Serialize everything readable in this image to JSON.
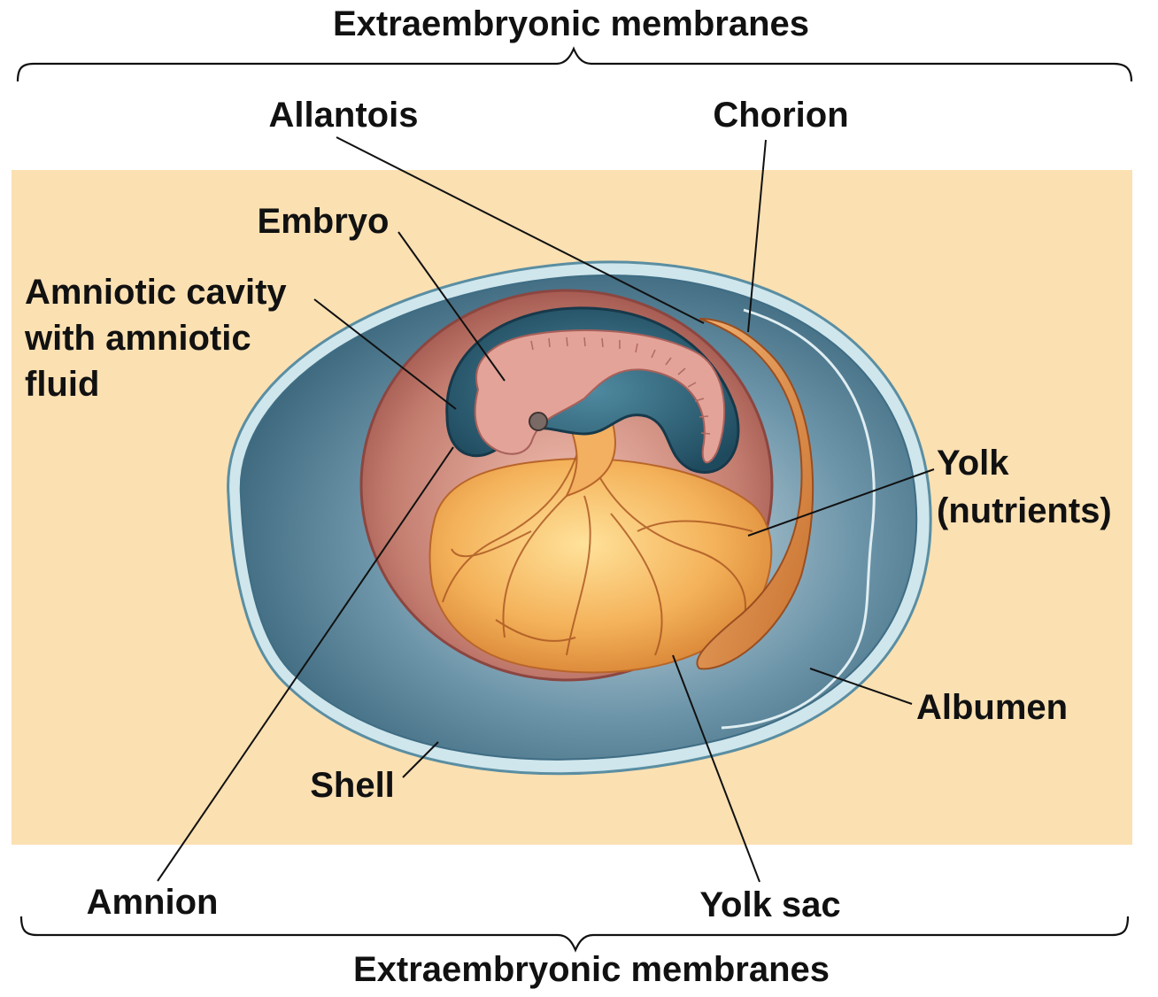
{
  "diagram": {
    "title_top": "Extraembryonic membranes",
    "title_bottom": "Extraembryonic membranes",
    "labels": {
      "allantois": "Allantois",
      "chorion": "Chorion",
      "embryo": "Embryo",
      "amniotic_cavity": [
        "Amniotic cavity",
        "with amniotic",
        "fluid"
      ],
      "yolk": [
        "Yolk",
        "(nutrients)"
      ],
      "albumen": "Albumen",
      "shell": "Shell",
      "amnion": "Amnion",
      "yolk_sac": "Yolk sac"
    },
    "colors": {
      "background_panel": "#fbe0b2",
      "shell": "#cfe6ec",
      "albumen": "#3f6d84",
      "chorion_cavity": "#b56b63",
      "yolk": "#f0a848",
      "embryo": "#e3a398",
      "amnion_fluid": "#2f6379"
    }
  }
}
